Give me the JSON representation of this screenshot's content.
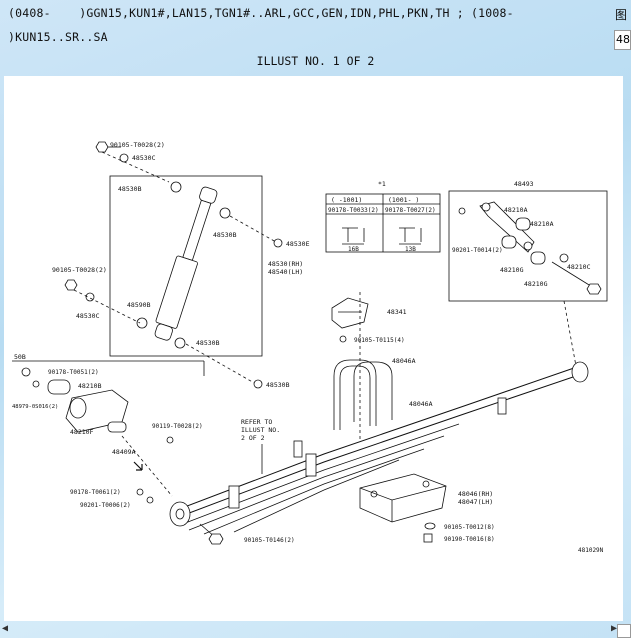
{
  "header": {
    "line1": "(0408-    )GGN15,KUN1#,LAN15,TGN1#..ARL,GCC,GEN,IDN,PHL,PKN,TH ; (1008-",
    "line2": ")KUN15..SR..SA",
    "illust": "ILLUST NO. 1 OF 2",
    "right_icon": "图",
    "right_input": "48"
  },
  "diagram": {
    "parts": {
      "p1": "90105-T0028(2)",
      "p2": "48530C",
      "p3": "48530B",
      "p4": "48530B",
      "p5": "48530E",
      "p6": "48530(RH)",
      "p7": "48540(LH)",
      "p8": "90105-T0028(2)",
      "p9": "48530C",
      "p10": "48590B",
      "p11": "48530B",
      "p12": "48530B",
      "p13": "48341",
      "p14": "90105-T0115(4)",
      "p15": "48046A",
      "p16": "48046A",
      "p17": "90178-T0051(2)",
      "p18": "48210B",
      "p19": "48979-0S016(2)",
      "p20": "48210F",
      "p21": "48409A",
      "p22": "90119-T0028(2)",
      "p23": "90178-T0061(2)",
      "p24": "90201-T0006(2)",
      "p25": "90105-T0146(2)",
      "p26": "48046(RH)",
      "p27": "48047(LH)",
      "p28": "90105-T0012(8)",
      "p29": "90190-T0016(8)",
      "p30": "48210A",
      "p31": "48210A",
      "p32": "90201-T0014(2)",
      "p33": "48210G",
      "p34": "48210G",
      "p35": "48210C",
      "p36": "48493",
      "ref1": "REFER TO",
      "ref2": "ILLUST NO.",
      "ref3": "2 OF 2",
      "sec": "50B",
      "diag_id": "481029N"
    },
    "table": {
      "mark": "*1",
      "col1_head": "(    -1001)",
      "col2_head": "(1001-    )",
      "col1_part": "90178-T0033(2)",
      "col2_part": "90178-T0027(2)",
      "col1_dim": "16B",
      "col2_dim": "13B"
    }
  }
}
